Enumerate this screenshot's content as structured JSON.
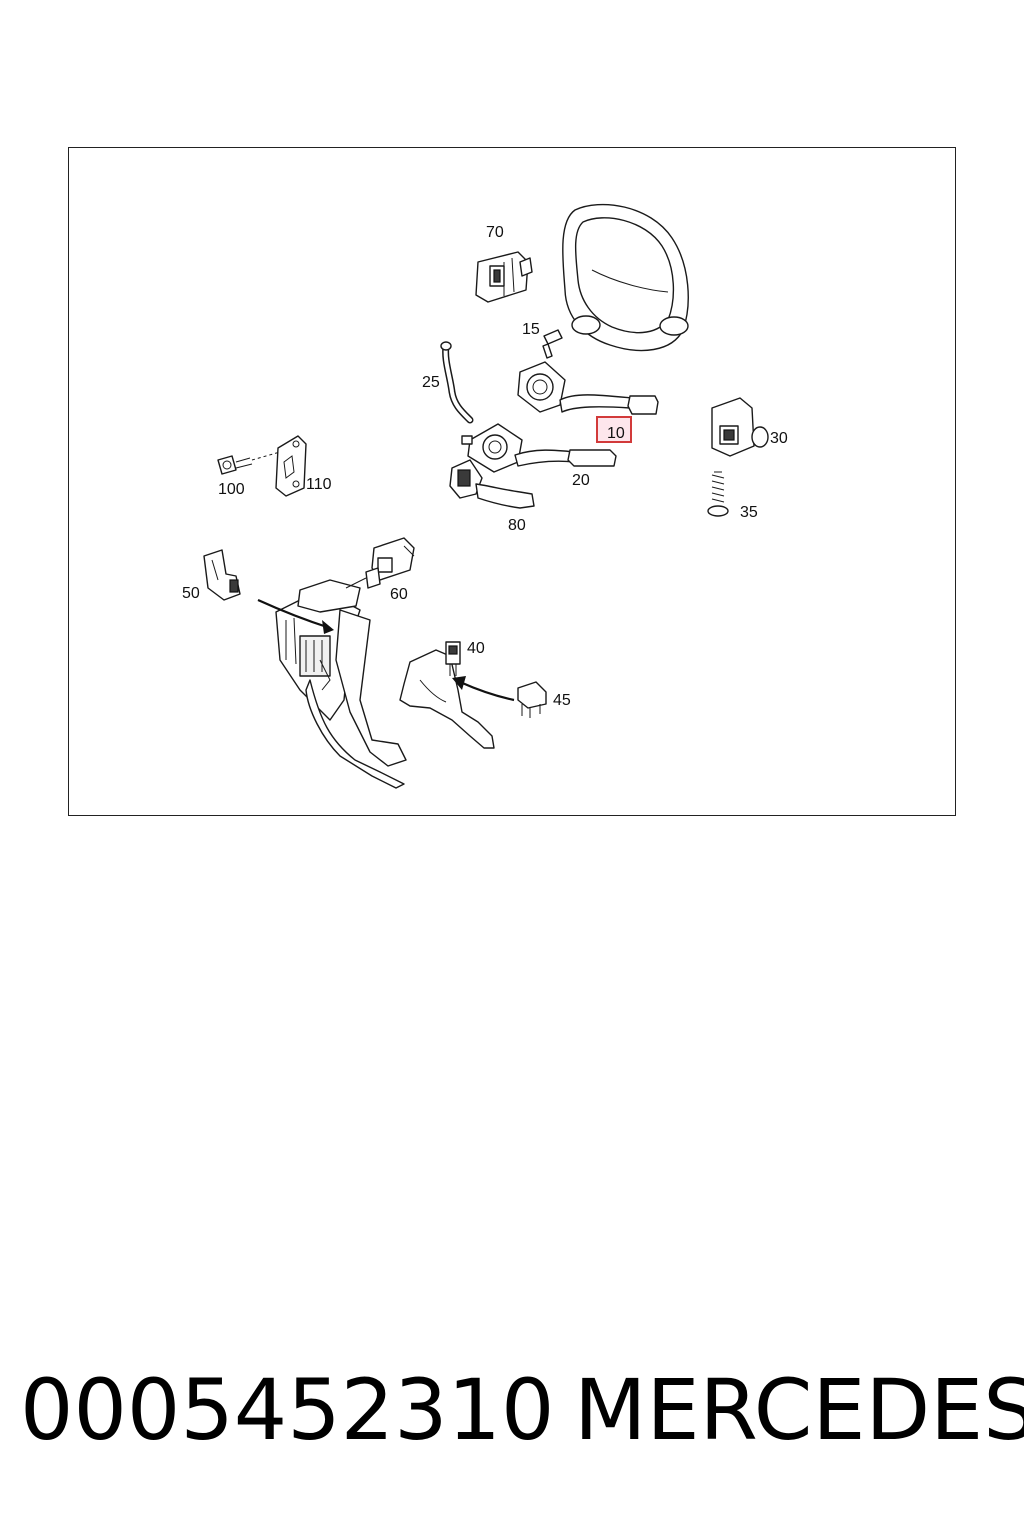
{
  "callouts": {
    "c70": "70",
    "c15": "15",
    "c25": "25",
    "c10": "10",
    "c30": "30",
    "c20": "20",
    "c100": "100",
    "c110": "110",
    "c80": "80",
    "c35": "35",
    "c50": "50",
    "c60": "60",
    "c40": "40",
    "c45": "45"
  },
  "highlighted_callout": "10",
  "colors": {
    "highlight_stroke": "#d23a3a",
    "highlight_fill": "#fde6ec",
    "line": "#1a1a1a"
  },
  "footer": {
    "part_number": "0005452310",
    "brand": "MERCEDES"
  }
}
